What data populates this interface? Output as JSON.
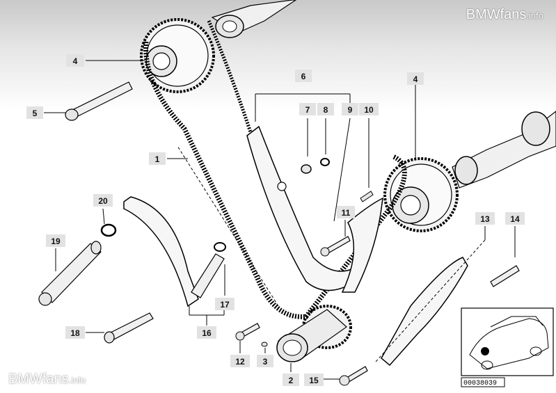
{
  "watermark": {
    "top_name": "BMWfans",
    "top_tld": ".info",
    "bottom_name": "BMWfans",
    "bottom_tld": ".info"
  },
  "callouts": {
    "c1": "1",
    "c2": "2",
    "c3": "3",
    "c4a": "4",
    "c4b": "4",
    "c5": "5",
    "c6": "6",
    "c7": "7",
    "c8": "8",
    "c9": "9",
    "c10": "10",
    "c11": "11",
    "c12": "12",
    "c13": "13",
    "c14": "14",
    "c15": "15",
    "c16": "16",
    "c17": "17",
    "c18": "18",
    "c19": "19",
    "c20": "20"
  },
  "reference_code": "00038039",
  "colors": {
    "line": "#000000",
    "label_bg": "#e2e2e2",
    "part_fill": "#f4f4f4"
  }
}
